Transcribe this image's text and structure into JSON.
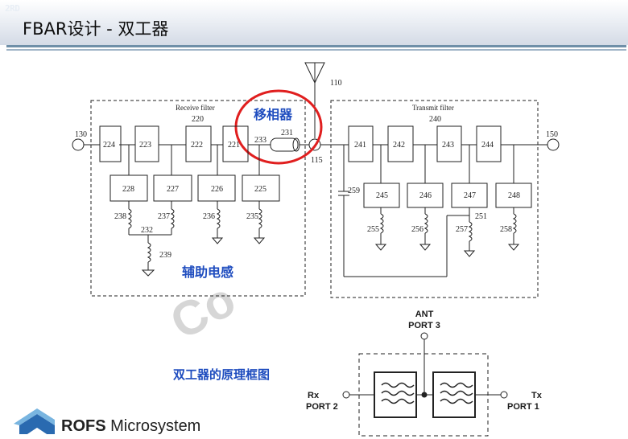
{
  "corner_tag": "2RD",
  "title": "FBAR设计 - 双工器",
  "schematic": {
    "receive_filter_label": "Receive filter",
    "receive_filter_num": "220",
    "transmit_filter_label": "Transmit filter",
    "transmit_filter_num": "240",
    "antenna_num": "110",
    "node_115": "115",
    "port_130": "130",
    "port_150": "150",
    "phase_shifter_num": "231",
    "node_233": "233",
    "rx_series": [
      "224",
      "223",
      "222",
      "221"
    ],
    "rx_shunt": [
      "228",
      "227",
      "226",
      "225"
    ],
    "tx_series": [
      "241",
      "242",
      "243",
      "244"
    ],
    "tx_shunt": [
      "245",
      "246",
      "247",
      "248"
    ],
    "rx_inductors": [
      "238",
      "237",
      "236",
      "235",
      "232",
      "239"
    ],
    "tx_inductors": [
      "255",
      "256",
      "257",
      "258",
      "251",
      "259"
    ]
  },
  "annotations": {
    "phase_shifter": "移相器",
    "aux_inductor": "辅助电感",
    "block_diagram_caption": "双工器的原理框图"
  },
  "block_diagram": {
    "ant_label": "ANT",
    "ant_port": "PORT 3",
    "rx_label": "Rx",
    "rx_port": "PORT 2",
    "tx_label": "Tx",
    "tx_port": "PORT 1"
  },
  "watermark": "Co",
  "logo": {
    "brand": "ROFS",
    "suffix": " Microsystem",
    "colors": {
      "primary": "#2a6ab0",
      "accent": "#79b5e0"
    }
  },
  "colors": {
    "annotation_blue": "#1f4dbf",
    "highlight_red": "#e01f1f",
    "header_rule": "#6e8fa8"
  }
}
